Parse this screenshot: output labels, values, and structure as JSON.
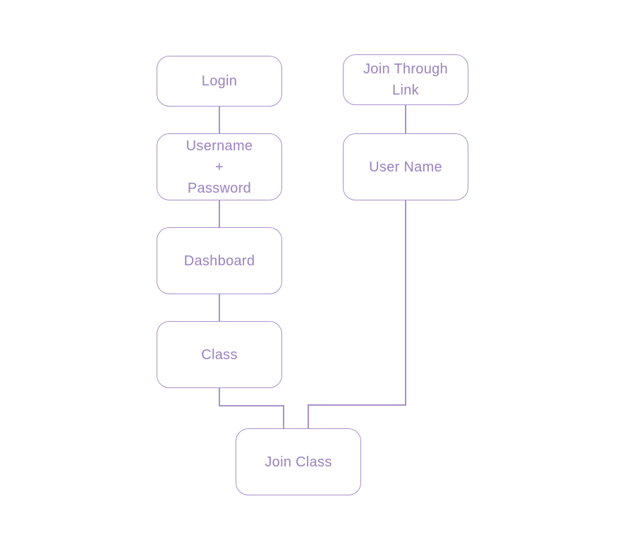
{
  "colors": {
    "stroke": "#a892c9",
    "text": "#9a82c2",
    "background": "#ffffff"
  },
  "nodes": {
    "login": "Login",
    "username_password": "Username\n+\nPassword",
    "dashboard": "Dashboard",
    "class": "Class",
    "join_through_link": "Join Through\nLink",
    "user_name": "User Name",
    "join_class": "Join Class"
  },
  "edges": [
    {
      "from": "login",
      "to": "username_password"
    },
    {
      "from": "username_password",
      "to": "dashboard"
    },
    {
      "from": "dashboard",
      "to": "class"
    },
    {
      "from": "class",
      "to": "join_class"
    },
    {
      "from": "join_through_link",
      "to": "user_name"
    },
    {
      "from": "user_name",
      "to": "join_class"
    }
  ]
}
